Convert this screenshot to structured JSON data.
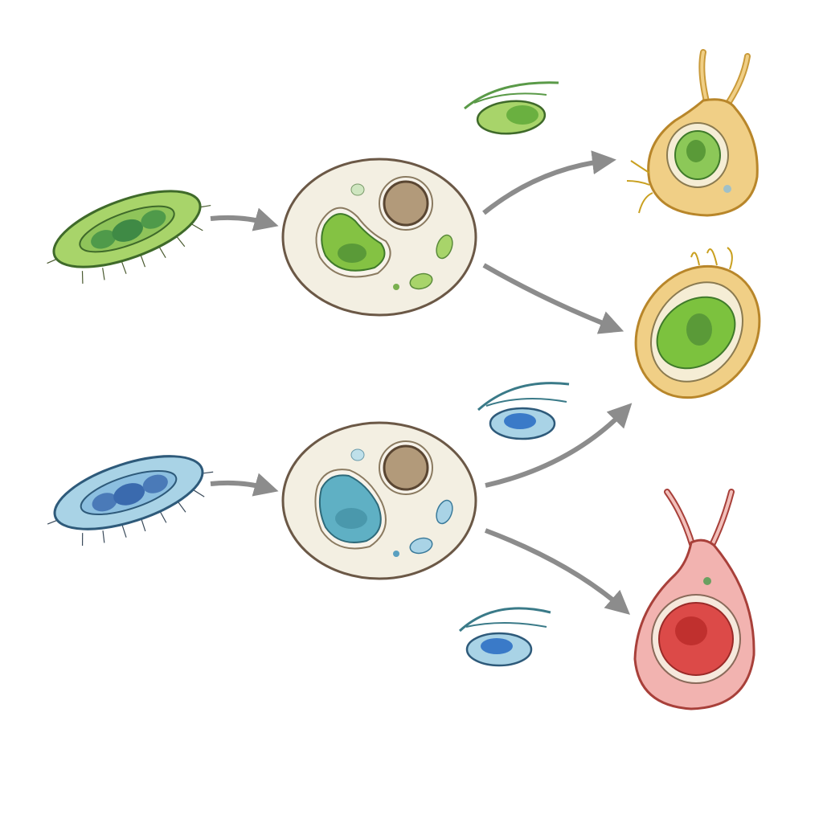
{
  "palette": {
    "background": "#ffffff",
    "green_bacterium": "#a8d46a",
    "blue_bacterium": "#a9d3e6",
    "host_cell": "#f3efe2",
    "host_outline": "#6b5846",
    "nucleus": "#b29a7a",
    "arrow": "#8c8c8c",
    "yellow_cell": "#f0cf86",
    "red_cell": "#f2b3b0",
    "red_core": "#dc4a48",
    "green_core": "#7cc23e",
    "blue_core": "#5fb0c4"
  },
  "icons": [
    "green-bacterium",
    "blue-bacterium",
    "host-cell",
    "arrow",
    "flagellate-cell",
    "algal-cell"
  ]
}
